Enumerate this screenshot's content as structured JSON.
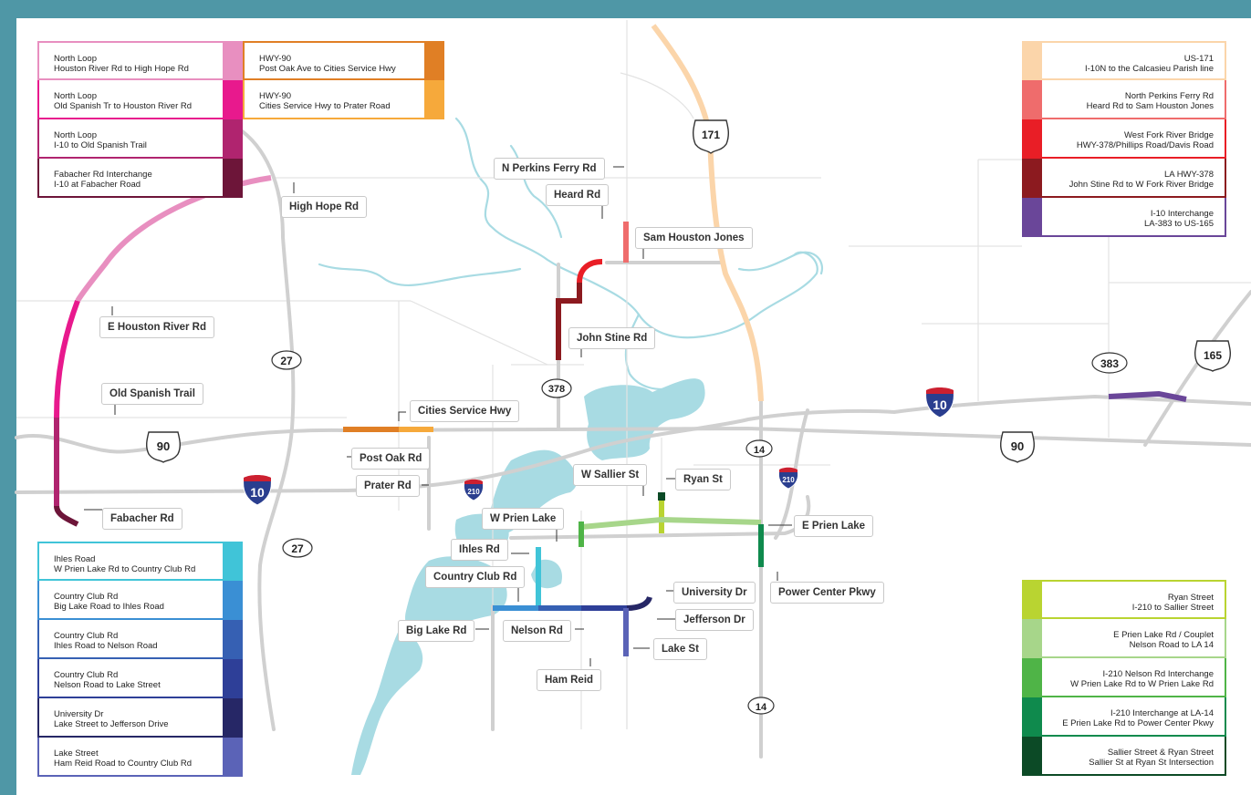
{
  "colors": {
    "frame": "#4f97a6",
    "water": "#a8dbe3",
    "road": "#d0d0d0",
    "interstate_blue": "#2a3e8f",
    "interstate_red": "#cc2030"
  },
  "legend_left_top": [
    {
      "line1": "North Loop",
      "line2": "Houston River Rd to High Hope Rd",
      "color": "#e88fc0"
    },
    {
      "line1": "North Loop",
      "line2": "Old Spanish Tr to Houston River Rd",
      "color": "#e8198d"
    },
    {
      "line1": "North Loop",
      "line2": "I-10 to Old Spanish Trail",
      "color": "#b0246f"
    },
    {
      "line1": "Fabacher Rd Interchange",
      "line2": "I-10 at Fabacher Road",
      "color": "#6d1539"
    }
  ],
  "legend_hwy90": [
    {
      "line1": "HWY-90",
      "line2": "Post Oak Ave to Cities Service Hwy",
      "color": "#e07f25"
    },
    {
      "line1": "HWY-90",
      "line2": "Cities Service Hwy to Prater Road",
      "color": "#f6a93b"
    }
  ],
  "legend_left_bottom": [
    {
      "line1": "Ihles Road",
      "line2": "W Prien Lake Rd to Country Club Rd",
      "color": "#40c4d8"
    },
    {
      "line1": "Country Club Rd",
      "line2": "Big Lake Road to Ihles Road",
      "color": "#3a8fd4"
    },
    {
      "line1": "Country Club Rd",
      "line2": "Ihles Road to Nelson Road",
      "color": "#3660b3"
    },
    {
      "line1": "Country Club Rd",
      "line2": "Nelson Road to Lake Street",
      "color": "#2e3f98"
    },
    {
      "line1": "University Dr",
      "line2": "Lake Street to Jefferson Drive",
      "color": "#262766"
    },
    {
      "line1": "Lake Street",
      "line2": "Ham Reid Road to Country Club Rd",
      "color": "#5b63b7"
    }
  ],
  "legend_right_top": [
    {
      "line1": "US-171",
      "line2": "I-10N to the Calcasieu Parish line",
      "color": "#fbd5aa"
    },
    {
      "line1": "North Perkins Ferry Rd",
      "line2": "Heard Rd to Sam Houston Jones",
      "color": "#ef6c6c"
    },
    {
      "line1": "West Fork River Bridge",
      "line2": "HWY-378/Phillips Road/Davis Road",
      "color": "#e91e26"
    },
    {
      "line1": "LA HWY-378",
      "line2": "John Stine Rd to W Fork River Bridge",
      "color": "#8c1a1f"
    },
    {
      "line1": "I-10 Interchange",
      "line2": "LA-383 to US-165",
      "color": "#6a4699"
    }
  ],
  "legend_right_bottom": [
    {
      "line1": "Ryan Street",
      "line2": "I-210 to Sallier Street",
      "color": "#b9d431"
    },
    {
      "line1": "E Prien Lake Rd / Couplet",
      "line2": "Nelson Road to LA 14",
      "color": "#a7d68a"
    },
    {
      "line1": "I-210 Nelson Rd Interchange",
      "line2": "W Prien Lake Rd to W Prien Lake Rd",
      "color": "#4fb447"
    },
    {
      "line1": "I-210 Interchange at LA-14",
      "line2": "E Prien Lake Rd to Power Center Pkwy",
      "color": "#0f8a4d"
    },
    {
      "line1": "Sallier Street & Ryan Street",
      "line2": "Sallier St at Ryan St Intersection",
      "color": "#0c4a26"
    }
  ],
  "road_labels": {
    "n_perkins_ferry": "N Perkins Ferry Rd",
    "heard": "Heard Rd",
    "high_hope": "High Hope Rd",
    "sam_houston_jones": "Sam Houston Jones",
    "e_houston_river": "E Houston River Rd",
    "john_stine": "John Stine Rd",
    "old_spanish_trail": "Old Spanish Trail",
    "cities_service": "Cities Service Hwy",
    "post_oak": "Post Oak Rd",
    "prater": "Prater Rd",
    "w_sallier": "W Sallier St",
    "ryan": "Ryan St",
    "fabacher": "Fabacher Rd",
    "w_prien_lake": "W Prien Lake",
    "e_prien_lake": "E Prien Lake",
    "ihles": "Ihles Rd",
    "country_club": "Country Club Rd",
    "university": "University Dr",
    "power_center": "Power Center Pkwy",
    "jefferson": "Jefferson Dr",
    "big_lake": "Big Lake Rd",
    "nelson": "Nelson Rd",
    "lake_st": "Lake St",
    "ham_reid": "Ham Reid"
  },
  "shields": {
    "us171": "171",
    "us90_west": "90",
    "us90_east": "90",
    "us165": "165",
    "la27_north": "27",
    "la27_south": "27",
    "la378": "378",
    "la383": "383",
    "la14_north": "14",
    "la14_south": "14",
    "i10_west": "10",
    "i10_east": "10",
    "i210_west": "210",
    "i210_east": "210"
  }
}
